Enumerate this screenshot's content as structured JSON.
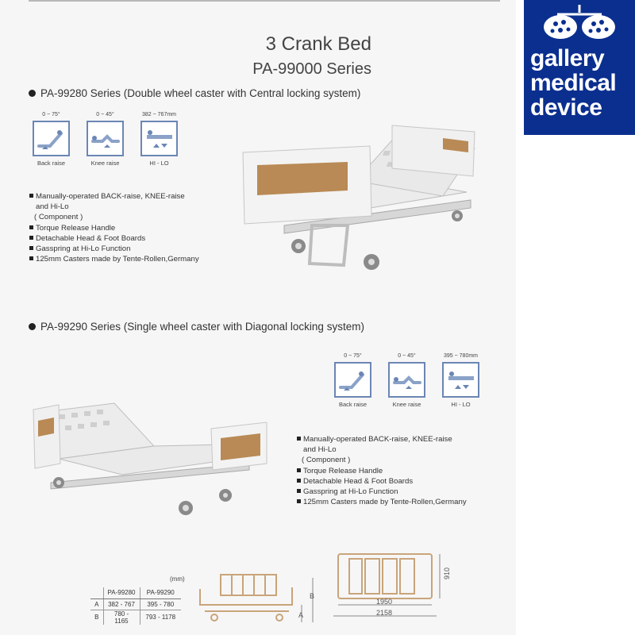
{
  "page": {
    "title": "3 Crank Bed",
    "subtitle": "PA-99000 Series"
  },
  "logo": {
    "lines": [
      "gallery",
      "medical",
      "device"
    ],
    "bg_color": "#0b2f8f",
    "icon": "surgical-lights-icon"
  },
  "series1": {
    "heading": "PA-99280 Series (Double wheel caster with Central locking system)",
    "icons": [
      {
        "range": "0 ~ 75°",
        "label": "Back raise",
        "icon": "back-raise-icon"
      },
      {
        "range": "0 ~ 45°",
        "label": "Knee raise",
        "icon": "knee-raise-icon"
      },
      {
        "range": "382 ~ 767mm",
        "label": "HI - LO",
        "icon": "hi-lo-icon"
      }
    ],
    "features": {
      "f1a": "Manually-operated  BACK-raise, KNEE-raise",
      "f1b": "and Hi-Lo",
      "component": "( Component )",
      "f2": "Torque Release Handle",
      "f3": "Detachable Head & Foot Boards",
      "f4": "Gasspring at Hi-Lo Function",
      "f5": "125mm Casters made by Tente-Rollen,Germany"
    }
  },
  "series2": {
    "heading": "PA-99290 Series (Single wheel caster with Diagonal locking system)",
    "icons": [
      {
        "range": "0 ~ 75°",
        "label": "Back raise",
        "icon": "back-raise-icon"
      },
      {
        "range": "0 ~ 45°",
        "label": "Knee raise",
        "icon": "knee-raise-icon"
      },
      {
        "range": "395 ~ 780mm",
        "label": "HI - LO",
        "icon": "hi-lo-icon"
      }
    ],
    "features": {
      "f1a": "Manually-operated  BACK-raise, KNEE-raise",
      "f1b": "and Hi-Lo",
      "component": "( Component )",
      "f2": "Torque Release Handle",
      "f3": "Detachable Head & Foot Boards",
      "f4": "Gasspring at Hi-Lo Function",
      "f5": "125mm Casters made by Tente-Rollen,Germany"
    }
  },
  "spec_table": {
    "unit": "(mm)",
    "headers": [
      "",
      "PA-99280",
      "PA-99290"
    ],
    "rows": [
      {
        "label": "A",
        "v1": "382 - 767",
        "v2": "395 - 780"
      },
      {
        "label": "B",
        "v1": "780 - 1165",
        "v2": "793 - 1178"
      }
    ]
  },
  "dimensions": {
    "height": "910",
    "inner_length": "1950",
    "total_length": "2158",
    "label_a": "A",
    "label_b": "B"
  },
  "colors": {
    "icon_border": "#6b86b4",
    "wood_panel": "#b98a55",
    "drawing_line": "#c9a47a"
  }
}
